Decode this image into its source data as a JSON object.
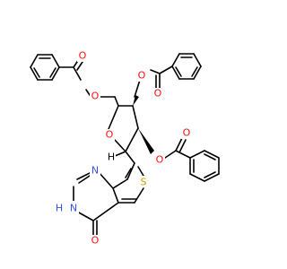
{
  "atoms": [
    {
      "id": "O_bz1_carbonyl",
      "label": "O",
      "color": "#ff0d0d"
    },
    {
      "id": "O_bz1_ester",
      "label": "O",
      "color": "#ff0d0d"
    },
    {
      "id": "O_bz2_carbonyl",
      "label": "O",
      "color": "#ff0d0d"
    },
    {
      "id": "O_bz2_ester",
      "label": "O",
      "color": "#ff0d0d"
    },
    {
      "id": "O_ring",
      "label": "O",
      "color": "#ff0d0d"
    },
    {
      "id": "H_anomeric",
      "label": "H",
      "color": "#000000"
    },
    {
      "id": "O_bz3_ester",
      "label": "O",
      "color": "#ff0d0d"
    },
    {
      "id": "O_bz3_carbonyl",
      "label": "O",
      "color": "#ff0d0d"
    },
    {
      "id": "N_upper",
      "label": "N",
      "color": "#3050f8"
    },
    {
      "id": "S_thiophene",
      "label": "S",
      "color": "#c8a000"
    },
    {
      "id": "NH_lower",
      "label": "H",
      "color": "#3050f8"
    },
    {
      "id": "N_lower",
      "label": "N",
      "color": "#3050f8"
    },
    {
      "id": "O_lactam",
      "label": "O",
      "color": "#ff0d0d"
    }
  ],
  "colors": {
    "bond": "#000000",
    "oxygen": "#ff0d0d",
    "nitrogen": "#3050f8",
    "sulfur": "#c8a000"
  }
}
